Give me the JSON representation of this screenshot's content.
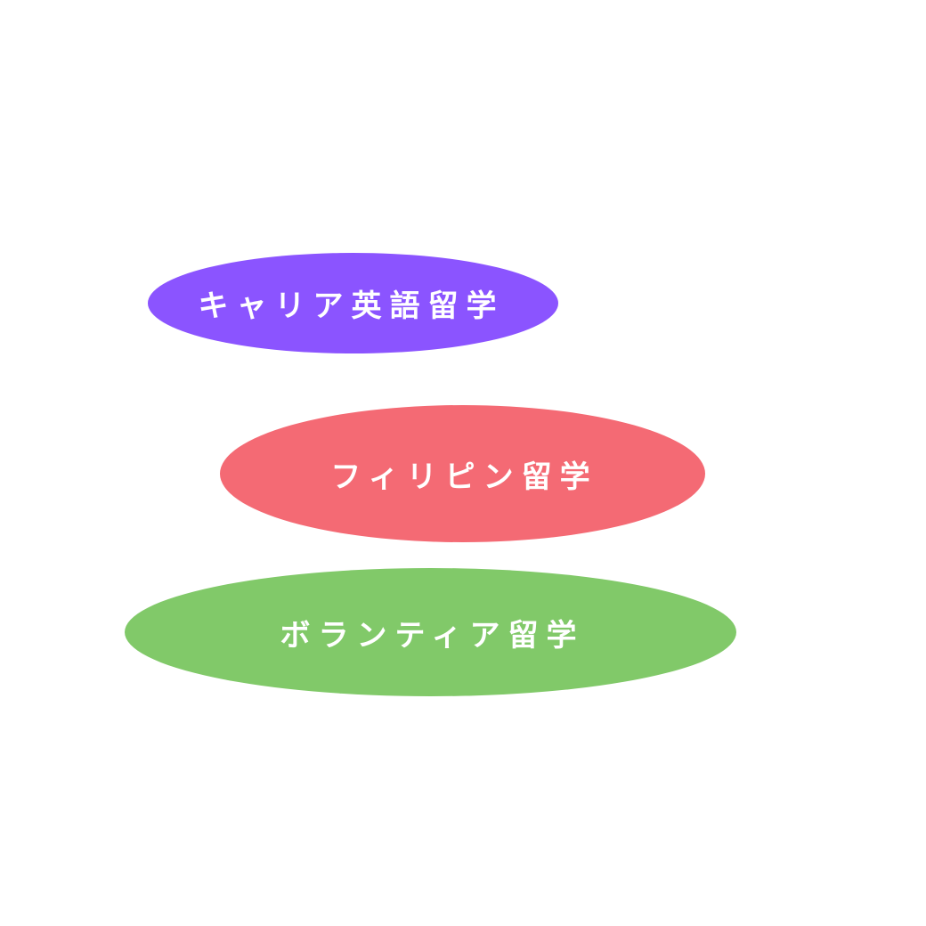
{
  "items": [
    {
      "label": "キャリア英語留学",
      "color": "#8b54ff"
    },
    {
      "label": "フィリピン留学",
      "color": "#f46a74"
    },
    {
      "label": "ボランティア留学",
      "color": "#81c969"
    }
  ]
}
